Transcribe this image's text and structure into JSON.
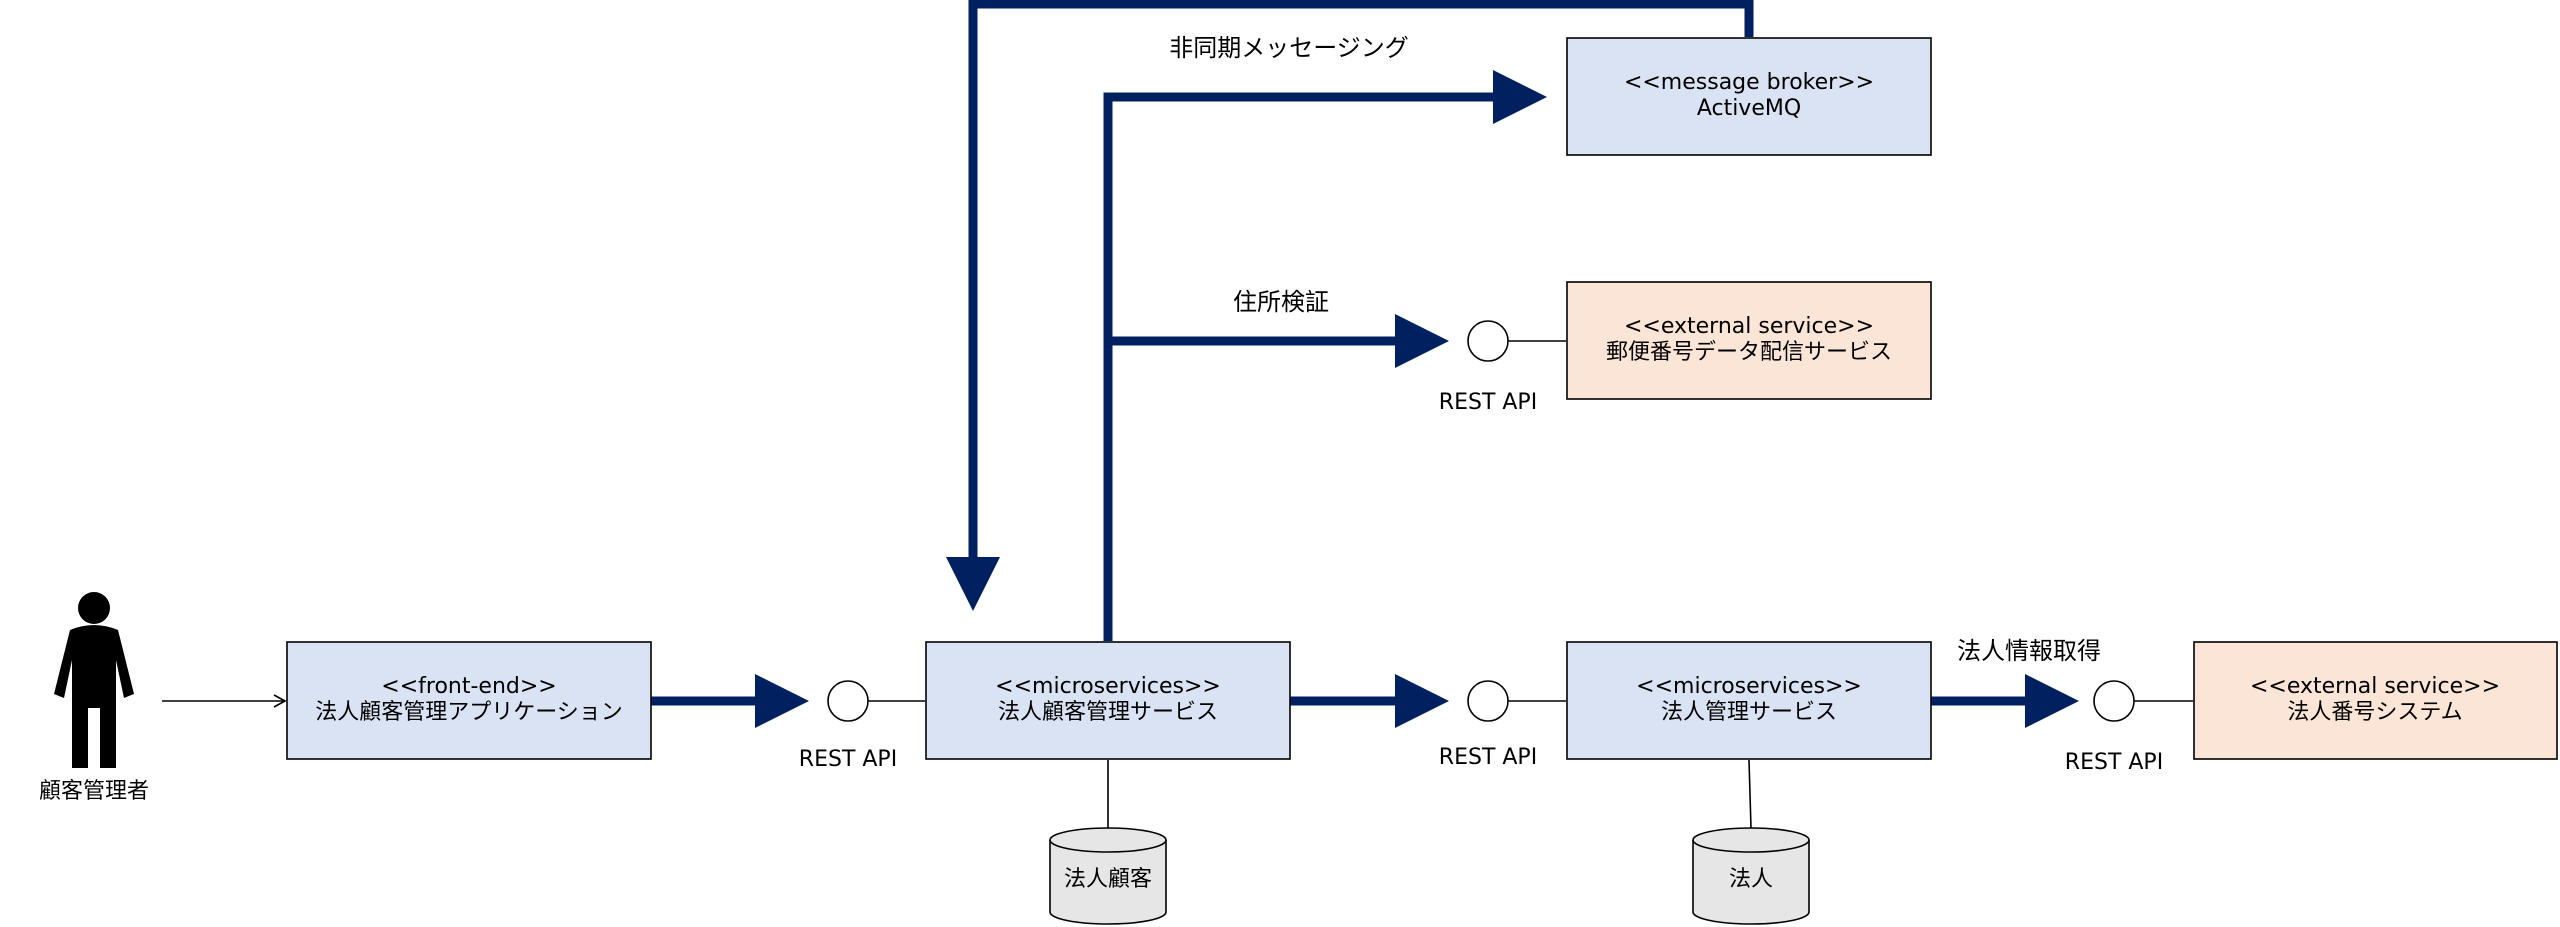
{
  "colors": {
    "internal_fill": "#dae3f3",
    "external_fill": "#fbe5d6",
    "arrow": "#002060",
    "db_fill": "#e7e6e6"
  },
  "actor": {
    "label": "顧客管理者",
    "icon": "person-icon"
  },
  "boxes": {
    "frontend": {
      "stereotype": "<<front-end>>",
      "name": "法人顧客管理アプリケーション"
    },
    "customer_service": {
      "stereotype": "<<microservices>>",
      "name": "法人顧客管理サービス"
    },
    "corp_service": {
      "stereotype": "<<microservices>>",
      "name": "法人管理サービス"
    },
    "corp_number_system": {
      "stereotype": "<<external service>>",
      "name": "法人番号システム"
    },
    "postal_service": {
      "stereotype": "<<external service>>",
      "name": "郵便番号データ配信サービス"
    },
    "message_broker": {
      "stereotype": "<<message broker>>",
      "name": "ActiveMQ"
    }
  },
  "interfaces": {
    "api1": "REST API",
    "api2": "REST API",
    "api3": "REST API",
    "api4": "REST API"
  },
  "databases": {
    "customer_db": "法人顧客",
    "corp_db": "法人"
  },
  "edge_labels": {
    "async": "非同期メッセージング",
    "address_check": "住所検証",
    "corp_info": "法人情報取得"
  }
}
